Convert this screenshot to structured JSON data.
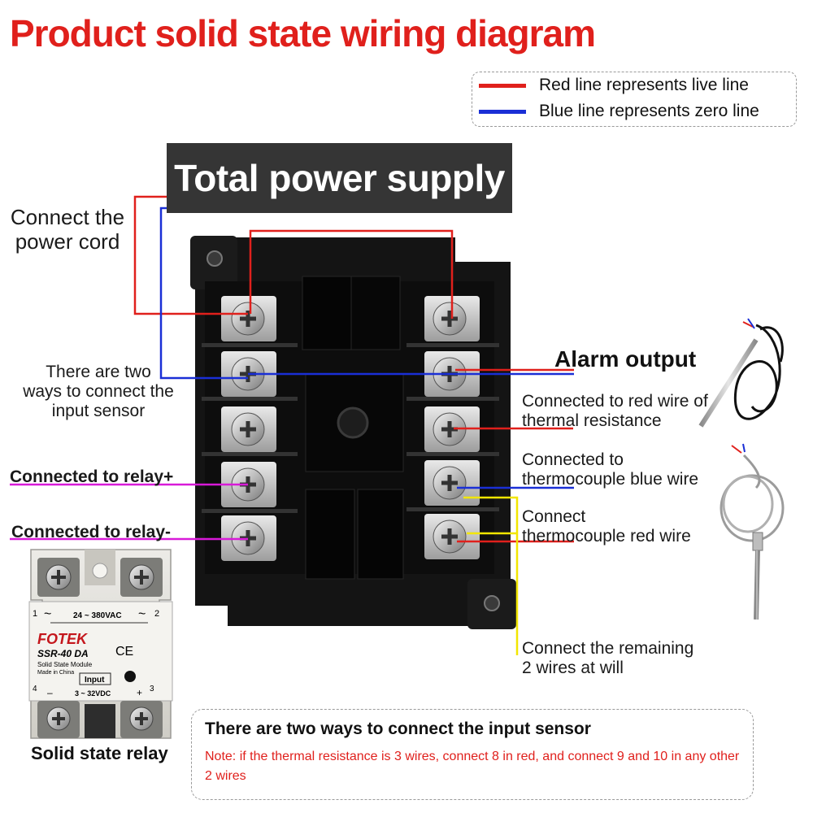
{
  "title": "Product solid state wiring diagram",
  "legend": {
    "items": [
      {
        "label": "Red line represents live line",
        "color": "#e0201c"
      },
      {
        "label": "Blue line represents zero line",
        "color": "#1a2fd6"
      }
    ]
  },
  "power_supply": {
    "label": "Total power supply"
  },
  "labels": {
    "power_cord": [
      "Connect the",
      "power cord"
    ],
    "input_sensor_ways": [
      "There are two",
      "ways to connect the",
      "input sensor"
    ],
    "relay_plus": "Connected to relay+",
    "relay_minus": "Connected to relay-",
    "alarm_output": "Alarm output",
    "thermal_resistance_red": [
      "Connected to red wire of",
      "thermal resistance"
    ],
    "thermocouple_blue": [
      "Connected to",
      "thermocouple blue wire"
    ],
    "thermocouple_red": [
      "Connect",
      "thermocouple red wire"
    ],
    "remaining_wires": [
      "Connect the remaining",
      "2 wires at will"
    ]
  },
  "ssr": {
    "caption": "Solid state relay",
    "brand": "FOTEK",
    "model": "SSR-40 DA",
    "module_text": "Solid State Module",
    "origin": "Made in China",
    "ac_range": "24 ~ 380VAC",
    "input_label": "Input",
    "dc_range": "3 ~ 32VDC",
    "terminal_1": "1",
    "terminal_2": "2",
    "terminal_3": "3",
    "terminal_4": "4",
    "ac_symbol": "~",
    "plus_symbol": "+",
    "minus_symbol": "–",
    "ce_mark": "CE"
  },
  "note": {
    "heading": "There are two ways to connect the input sensor",
    "text": "Note: if the thermal resistance is 3 wires, connect 8 in red, and connect 9 and 10 in any other 2 wires"
  },
  "colors": {
    "live": "#e0201c",
    "zero": "#1a2fd6",
    "relay": "#d81ad8",
    "thermocouple_extra": "#f2e600",
    "housing": "#141414"
  }
}
